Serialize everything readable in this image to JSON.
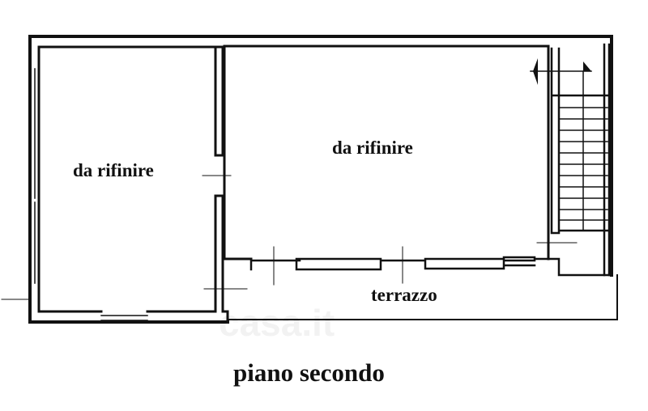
{
  "plan": {
    "title": "piano secondo",
    "rooms": [
      {
        "label": "da rifinire"
      },
      {
        "label": "da rifinire"
      },
      {
        "label": "terrazzo"
      }
    ],
    "watermark": "casa.it"
  },
  "colors": {
    "wall": "#111111",
    "background": "#ffffff"
  }
}
